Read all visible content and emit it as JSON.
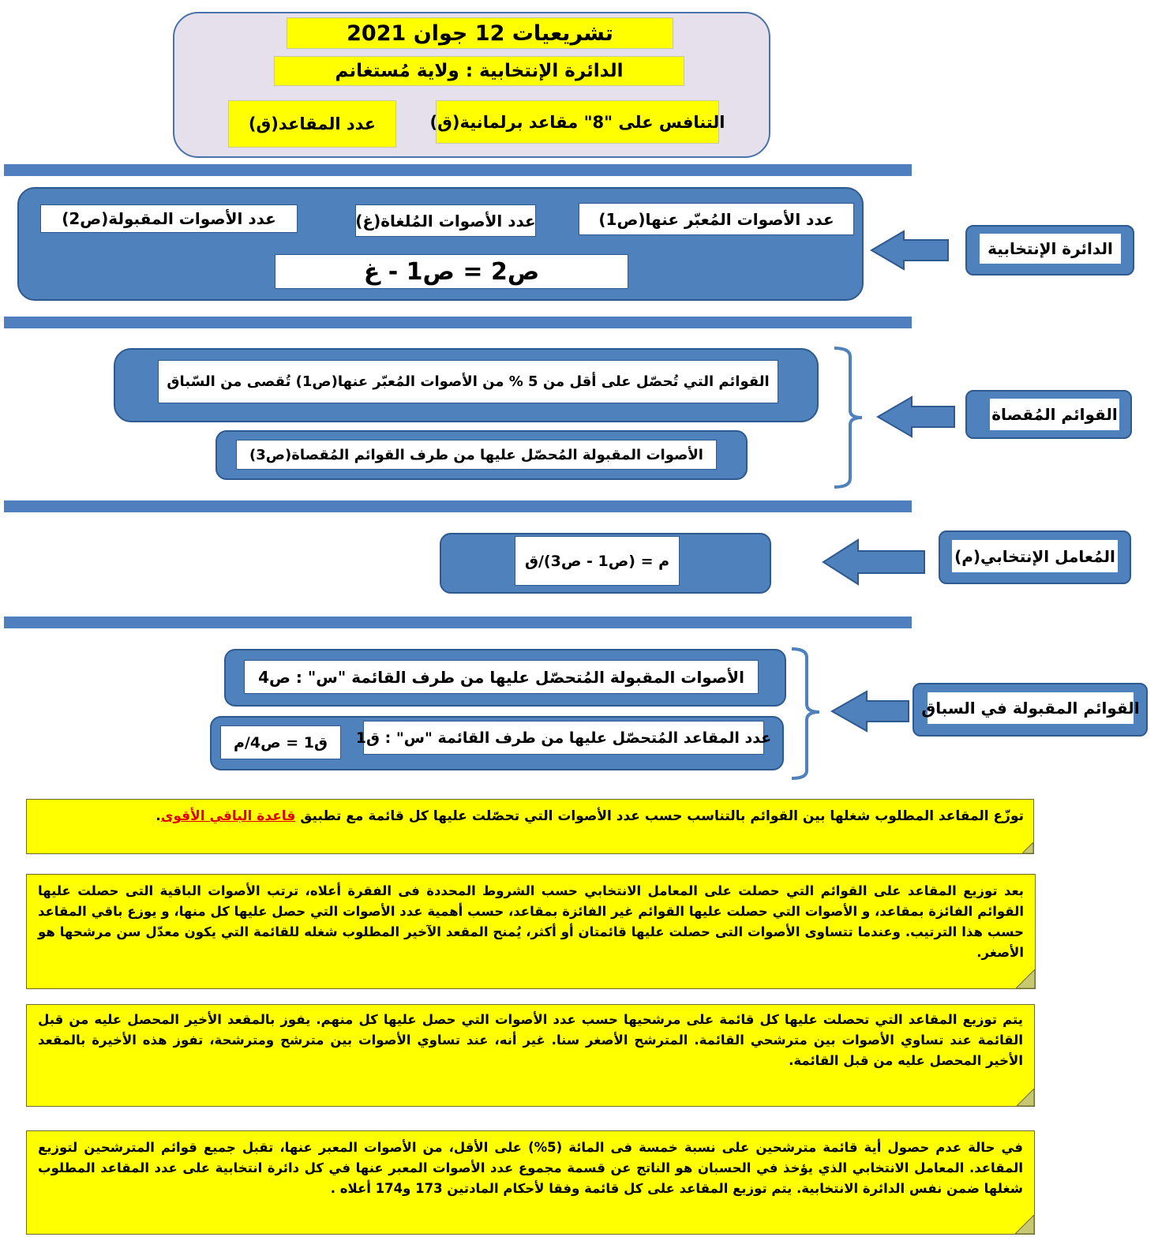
{
  "header": {
    "title": "تشريعيات 12 جوان 2021",
    "district": "الدائرة الإنتخابية : ولاية مُستغانم",
    "competition": "التنافس على \"8\" مقاعد برلمانية(ق)",
    "seats_count": "عدد المقاعد(ق)"
  },
  "section_district": {
    "label": "الدائرة الإنتخابية",
    "expressed_votes": "عدد الأصوات المُعبّر عنها(ص1)",
    "cancelled_votes": "عدد الأصوات المُلغاة(غ)",
    "accepted_votes": "عدد الأصوات المقبولة(ص2)",
    "formula": "ص2 = ص1 - غ"
  },
  "section_excluded": {
    "label": "القوائم المُقصاة",
    "rule": "القوائم التي تُحصّل على أقل  من 5 %  من الأصوات المُعبّر عنها(ص1) تُقصى من السّباق",
    "excluded_votes": "الأصوات المقبولة المُحصّل عليها من طرف القوائم المُقصاة(ص3)"
  },
  "section_quotient": {
    "label": "المُعامل الإنتخابي(م)",
    "formula": "م = (ص1 - ص3)/ق"
  },
  "section_accepted": {
    "label": "القوائم المقبولة في السباق",
    "list_votes": "الأصوات المقبولة المُتحصّل عليها من طرف القائمة \"س\" : ص4",
    "list_seats": "عدد المقاعد المُتحصّل عليها من طرف القائمة \"س\" : ق1",
    "seats_formula": "ق1 = ص4/م"
  },
  "notes": {
    "note1_text": "توزّع المقاعد المطلوب شغلها بين القوائم بالتناسب حسب عدد الأصوات التي تحصّلت عليها كل قائمة مع تطبيق ",
    "note1_link": "قاعدة الباقي الأقوى",
    "note1_end": ".",
    "note2": "بعد توزيع المقاعد على القوائم التي حصلت على المعامل الانتخابي حسب الشروط المحددة فى الفقرة أعلاه، ترتب الأصوات الباقية التى حصلت عليها القوائم الفائزة بمقاعد، و الأصوات التي حصلت عليها القوائم غير الفائزة بمقاعد، حسب أهمية عدد الأصوات التي حصل عليها كل منها، و يوزع باقي المقاعد حسب هذا الترتيب. وعندما تتساوى الأصوات التى حصلت عليها قائمتان أو أكثر، يُمنح المقعد الآخير المطلوب شغله للقائمة التي يكون معدّل سن مرشحها هو الأصغر.",
    "note3": "يتم توزيع المقاعد التي تحصلت عليها كل قائمة على مرشحيها حسب عدد الأصوات التي حصل عليها كل منهم. يفوز بالمقعد الأخير المحصل عليه من قبل القائمة عند تساوي الأصوات بين مترشحي القائمة. المترشح الأصغر سنا. غير أنه، عند تساوي الأصوات بين مترشح ومترشحة، تفوز هذه الأخيرة بالمقعد الأخير المحصل عليه من قبل القائمة.",
    "note4": "في حالة عدم حصول أية قائمة مترشحين على نسبة خمسة فى المائة (5%) على الأقل، من الأصوات المعبر عنها، تقبل جميع قوائم المترشحين لتوزيع المقاعد. المعامل الانتخابي الذي يؤخذ في الحسبان هو الناتج عن قسمة مجموع عدد الأصوات المعبر عنها في كل دائرة انتخابية على عدد المقاعد المطلوب شغلها ضمن نفس الدائرة الانتخابية. يتم توزيع المقاعد على كل قائمة وفقا لأحكام المادتين 173 و174  أعلاه ."
  },
  "colors": {
    "bar": "#4f7fbf",
    "panel": "#4f81bd",
    "header_bg": "#e6e0ec",
    "highlight": "#ffff00",
    "link": "#e00000"
  }
}
